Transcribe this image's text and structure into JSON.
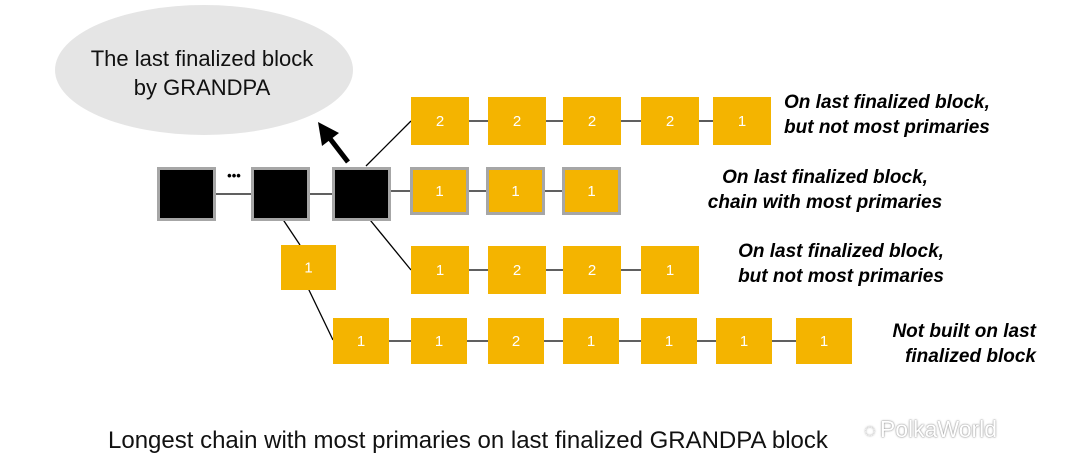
{
  "colors": {
    "block_fill": "#F4B400",
    "finalized_fill": "#000000",
    "outline": "#A6A6A6",
    "bubble": "#E5E5E5",
    "line": "#000000"
  },
  "bubble": {
    "lines": [
      "The last finalized block",
      "by GRANDPA"
    ]
  },
  "finalized_chain": {
    "ellipsis": "•••"
  },
  "fork_block": {
    "label": "1"
  },
  "chains": [
    {
      "blocks": [
        "2",
        "2",
        "2",
        "2",
        "1"
      ],
      "outlined": false,
      "annotation": [
        "On last finalized block,",
        "but not most primaries"
      ]
    },
    {
      "blocks": [
        "1",
        "1",
        "1"
      ],
      "outlined": true,
      "annotation": [
        "On last finalized block,",
        "chain with most primaries"
      ]
    },
    {
      "blocks": [
        "1",
        "2",
        "2",
        "1"
      ],
      "outlined": false,
      "annotation": [
        "On last finalized block,",
        "but not most primaries"
      ]
    },
    {
      "blocks": [
        "1",
        "1",
        "2",
        "1",
        "1",
        "1",
        "1"
      ],
      "outlined": false,
      "annotation": [
        "Not built on last",
        "finalized block"
      ]
    }
  ],
  "caption": "Longest chain with most primaries on last finalized GRANDPA block",
  "watermark": {
    "icon": "wechat-icon",
    "text": "PolkaWorld"
  }
}
